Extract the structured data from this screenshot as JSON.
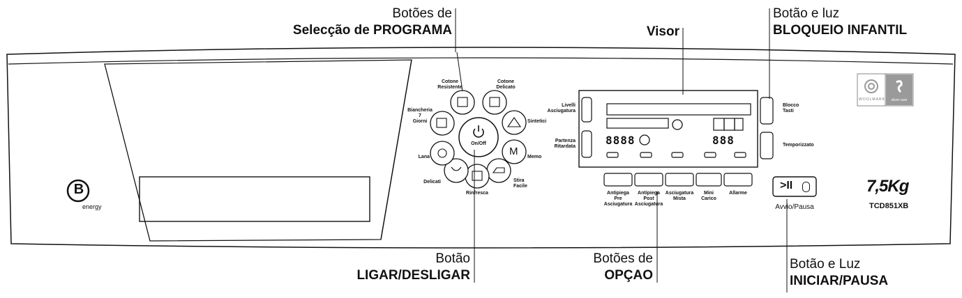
{
  "callouts": {
    "programa": {
      "line1": "Botões de",
      "line2": "Selecção de PROGRAMA"
    },
    "visor": {
      "line1": "Visor"
    },
    "bloqueio": {
      "line1": "Botão e luz",
      "line2": "BLOQUEIO INFANTIL"
    },
    "ligar": {
      "line1": "Botão",
      "line2": "LIGAR/DESLIGAR"
    },
    "opcao": {
      "line1": "Botões de",
      "line2": "OPÇAO"
    },
    "iniciar": {
      "line1": "Botão e Luz",
      "line2": "INICIAR/PAUSA"
    }
  },
  "panel": {
    "energy_letter": "B",
    "energy_label": "energy",
    "dial": {
      "center_label": "On/Off",
      "m_label": "M",
      "programs": [
        "Cotone\nResistente",
        "Cotone\nDelicato",
        "Sintetici",
        "Memo",
        "Stira\nFacile",
        "Rinfresca",
        "Delicati",
        "Lana",
        "Biancheria\n7\nGiorni"
      ]
    },
    "display": {
      "left_labels": [
        "Livelli\nAsciugatura",
        "Partenza\nRitardata"
      ],
      "right_labels": [
        "Blocco\nTasti",
        "Temporizzato"
      ],
      "digits_left": "8888",
      "digits_right": "888"
    },
    "options": [
      "Antipiega\nPre\nAsciugatura",
      "Antipiega\nPost\nAsciugatura",
      "Asciugatura\nMista",
      "Mini\nCarico",
      "Allarme"
    ],
    "start": {
      "symbol": ">II",
      "label": "Avvio/Pausa"
    },
    "woolmark": "WOOLMARK",
    "silver": "silver care",
    "capacity": "7,5Kg",
    "model": "TCD851XB"
  }
}
